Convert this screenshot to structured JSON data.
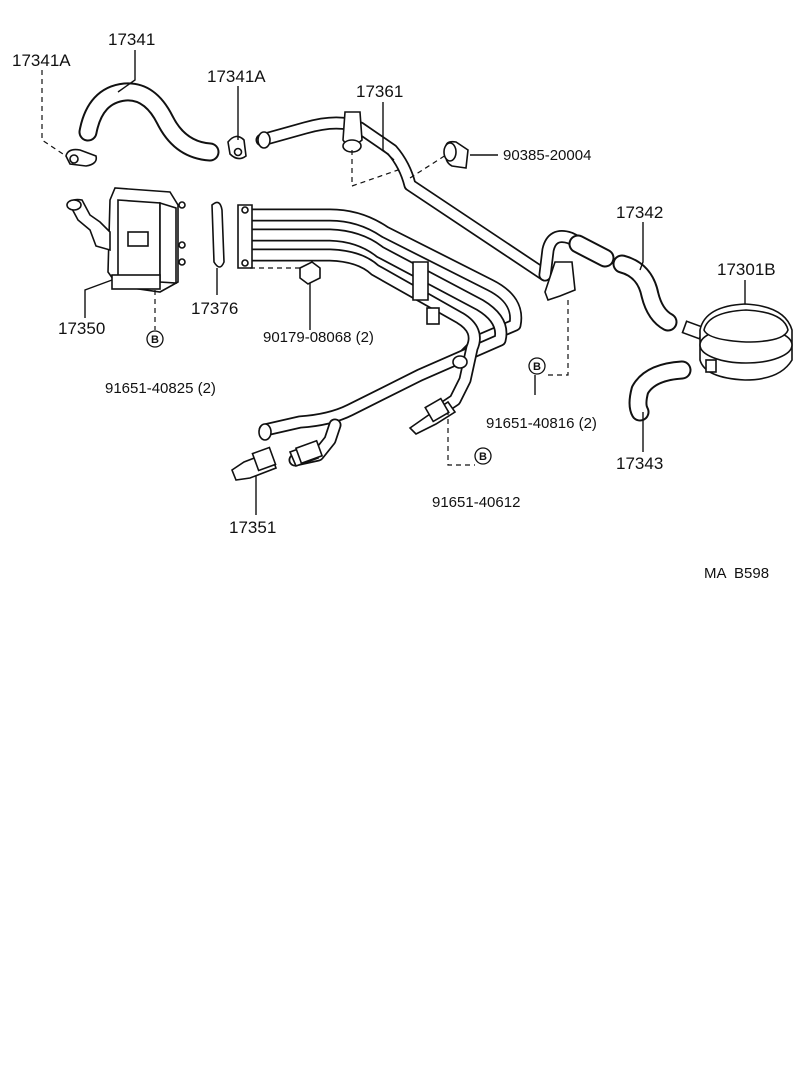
{
  "diagram": {
    "labels": {
      "p17341": "17341",
      "p17341a_left": "17341A",
      "p17341a_mid": "17341A",
      "p17361": "17361",
      "p90385": "90385-20004",
      "p17342": "17342",
      "p17301b": "17301B",
      "p17376": "17376",
      "p17350": "17350",
      "p90179": "90179-08068 (2)",
      "p91651_40825": "91651-40825 (2)",
      "p91651_40816": "91651-40816 (2)",
      "p17343": "17343",
      "p91651_40612": "91651-40612",
      "p17351": "17351"
    },
    "bolt_marker": "B",
    "drawing_code": "MA  B598"
  }
}
